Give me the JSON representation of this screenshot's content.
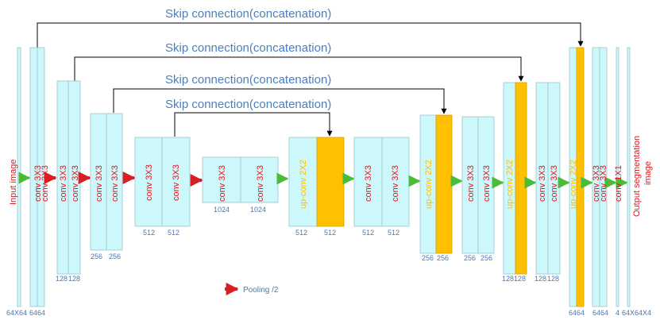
{
  "skip_label": "Skip connection(concatenation)",
  "input_label": "Input image",
  "output_label_1": "Output segmentation",
  "output_label_2": "image",
  "conv_label": "conv 3X3",
  "upconv_label": "up-conv 2X2",
  "final_conv_label": "conv 1X1",
  "legend_label": "Pooling /2",
  "dims": {
    "d1": "64X64",
    "d2": "64",
    "d3": "128",
    "d4": "256",
    "d5": "512",
    "d6": "1024",
    "d7": "4",
    "d8": "64X64X4"
  },
  "colors": {
    "feature_map": "#ccf7fb",
    "upconv_map": "#ffc000",
    "label_red": "#e8141b",
    "num_blue": "#4a78b0",
    "skip_text": "#4a7fc0",
    "pool_arrow": "#d81f26",
    "conv_arrow": "#4bbb3a"
  }
}
